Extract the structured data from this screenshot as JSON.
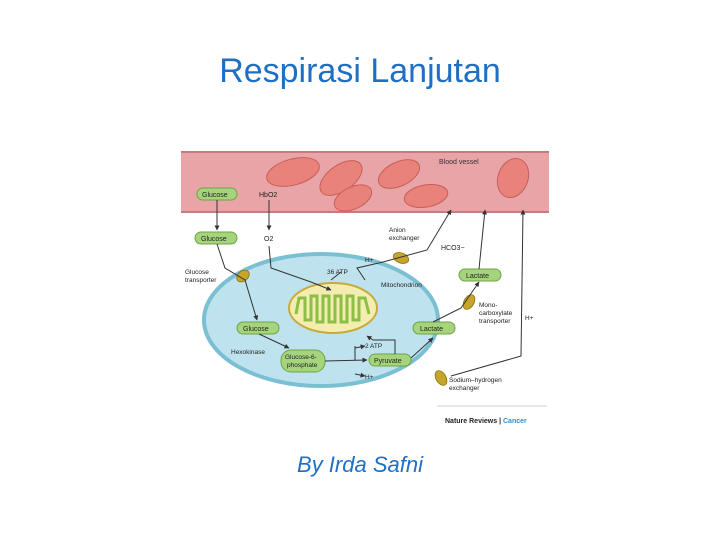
{
  "slide": {
    "title": "Respirasi Lanjutan",
    "author": "By Irda Safni"
  },
  "diagram": {
    "blood_vessel": "Blood vessel",
    "glucose_blood": "Glucose",
    "hbo2": "HbO2",
    "glucose_interstitial": "Glucose",
    "o2": "O2",
    "glucose_transporter_1": "Glucose",
    "glucose_transporter_2": "transporter",
    "atp_36": "36 ATP",
    "mitochondrion": "Mitochondrion",
    "anion_exchanger_1": "Anion",
    "anion_exchanger_2": "exchanger",
    "hco3": "HCO3−",
    "h_plus_top": "H+",
    "lactate_out": "Lactate",
    "mct_1": "Mono-",
    "mct_2": "carboxylate",
    "mct_3": "transporter",
    "h_plus_right": "H+",
    "glucose_cell": "Glucose",
    "lactate_in": "Lactate",
    "hexokinase": "Hexokinase",
    "g6p_1": "Glucose-6-",
    "g6p_2": "phosphate",
    "atp_2": "2 ATP",
    "pyruvate": "Pyruvate",
    "h_plus_bottom": "H+",
    "nhe_1": "Sodium–hydrogen",
    "nhe_2": "exchanger",
    "credit_source": "Nature Reviews",
    "credit_sep": " | ",
    "credit_journal": "Cancer"
  },
  "colors": {
    "title": "#1f6fc4",
    "vessel": "#e9a4a8",
    "red_cell": "#e8827a",
    "cell_fill": "#bfe3ee",
    "cell_border": "#7bbfd3",
    "green_box": "#a5d47c",
    "mito_outer": "#f4edb0",
    "mito_inner": "#8cbf45",
    "transporter": "#c7a52a",
    "credit_accent": "#2f8fd0"
  }
}
